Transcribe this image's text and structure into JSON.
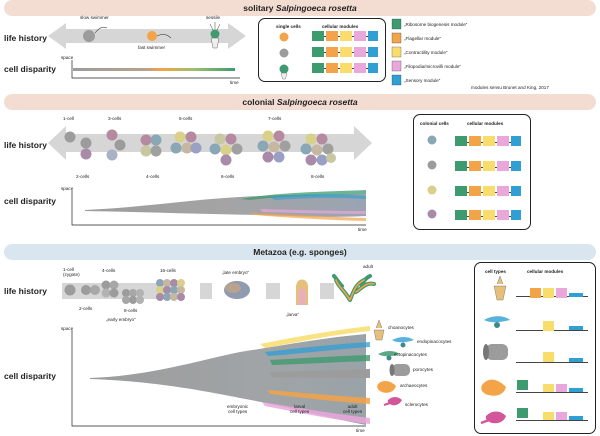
{
  "panels": {
    "solitary": {
      "title_prefix": "solitary ",
      "title_italic": "Salpingoeca rosetta"
    },
    "colonial": {
      "title_prefix": "colonial ",
      "title_italic": "Salpingoeca rosetta"
    },
    "metazoa": {
      "title": "Metazoa (e.g. sponges)"
    }
  },
  "row_labels": {
    "life_history": "life history",
    "cell_disparity": "cell disparity"
  },
  "axis": {
    "space": "space",
    "time": "time"
  },
  "solitary": {
    "stages": {
      "slow": "slow swimmer",
      "fast": "fast swimmer",
      "sessile": "sessile"
    },
    "modules_box": {
      "single_cells": "single cells",
      "cellular_modules": "cellular modules"
    },
    "legend": [
      {
        "label": "„Ribosome biogenesis module“",
        "color": "#3e9a6f"
      },
      {
        "label": "„Flagellar module“",
        "color": "#f3a348"
      },
      {
        "label": "„Contractility module“",
        "color": "#f8dd6c"
      },
      {
        "label": "„Filopodia/microvilli module“",
        "color": "#e9a7dc"
      },
      {
        "label": "„Sensory module“",
        "color": "#2f9fd4"
      }
    ],
    "legend_note": "modules sensu Brunet and King, 2017"
  },
  "colonial": {
    "stages_top": [
      "1-cell",
      "3-cells",
      "5-cells",
      "7-cells"
    ],
    "stages_bottom": [
      "2-cells",
      "4-cells",
      "6-cells",
      "8-cells"
    ],
    "modules_box": {
      "colonial_cells": "colonial cells",
      "cellular_modules": "cellular modules"
    }
  },
  "metazoa": {
    "stages": {
      "one_cell": "1-cell\n(zygote)",
      "two_cells": "2-cells",
      "four_cells": "4-cells",
      "eight_cells": "8-cells",
      "early_embryo": "„early embryo“",
      "sixteen_cells": "16-cells",
      "late_embryo": "„late embryo“",
      "larva": "„larva“",
      "adult": "adult"
    },
    "timeline_labels": {
      "embryonic": "embryonic\ncell types",
      "larval": "larval\ncell types",
      "adult": "adult\ncell types"
    },
    "cell_types": [
      "choanocytes",
      "endopinacocytes",
      "ectopinacocytes",
      "porocytes",
      "archaeocytes",
      "sclerocytes"
    ],
    "modules_box": {
      "cell_types": "cell types",
      "cellular_modules": "cellular modules"
    }
  },
  "colors": {
    "green": "#3e9a6f",
    "orange": "#f3a348",
    "yellow": "#f8dd6c",
    "pink": "#e9a7dc",
    "blue": "#2f9fd4",
    "grey": "#9c9c9c",
    "band_salmon": "#f3ddd3",
    "band_blue": "#d9e6ef",
    "arrow_grey": "#d8d8d8"
  }
}
